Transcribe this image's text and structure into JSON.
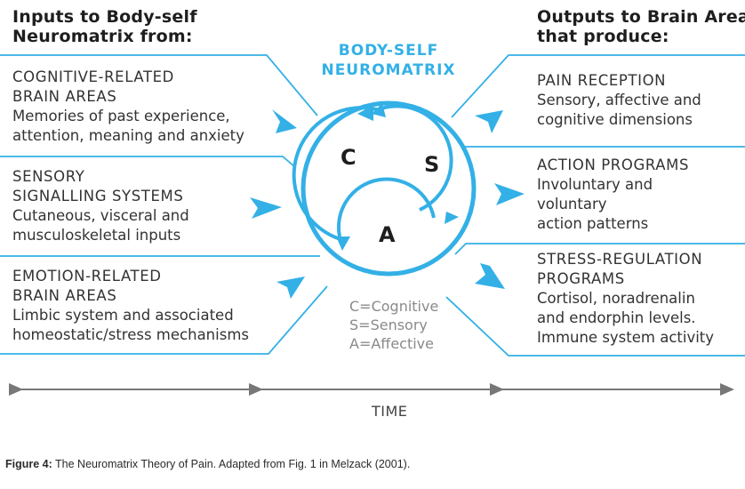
{
  "inputs_heading": [
    "Inputs to Body-self",
    "Neuromatrix from:"
  ],
  "outputs_heading": [
    "Outputs to Brain Areas",
    "that produce:"
  ],
  "center_title": [
    "BODY-SELF",
    "NEUROMATRIX"
  ],
  "inputs": [
    {
      "title": [
        "COGNITIVE-RELATED",
        "BRAIN AREAS"
      ],
      "body": [
        "Memories of past experience,",
        "attention, meaning and anxiety"
      ]
    },
    {
      "title": [
        "SENSORY",
        "SIGNALLING SYSTEMS"
      ],
      "body": [
        "Cutaneous, visceral and",
        "musculoskeletal inputs"
      ]
    },
    {
      "title": [
        "EMOTION-RELATED",
        "BRAIN AREAS"
      ],
      "body": [
        "Limbic system and associated",
        "homeostatic/stress mechanisms"
      ]
    }
  ],
  "outputs": [
    {
      "title": [
        "PAIN RECEPTION"
      ],
      "body": [
        "Sensory, affective and",
        "cognitive dimensions"
      ]
    },
    {
      "title": [
        "ACTION PROGRAMS"
      ],
      "body": [
        "Involuntary and",
        "voluntary",
        "action patterns"
      ]
    },
    {
      "title": [
        "STRESS-REGULATION",
        "PROGRAMS"
      ],
      "body": [
        "Cortisol, noradrenalin",
        "and endorphin levels.",
        "Immune system activity"
      ]
    }
  ],
  "circle_letters": {
    "c": "C",
    "s": "S",
    "a": "A"
  },
  "legend": [
    "C=Cognitive",
    "S=Sensory",
    "A=Affective"
  ],
  "time_label": "TIME",
  "caption": {
    "label": "Figure 4:",
    "text": " The Neuromatrix Theory of Pain. Adapted from Fig. 1 in Melzack (2001)."
  },
  "colors": {
    "accent": "#33b0e6",
    "timeline": "#777777"
  }
}
